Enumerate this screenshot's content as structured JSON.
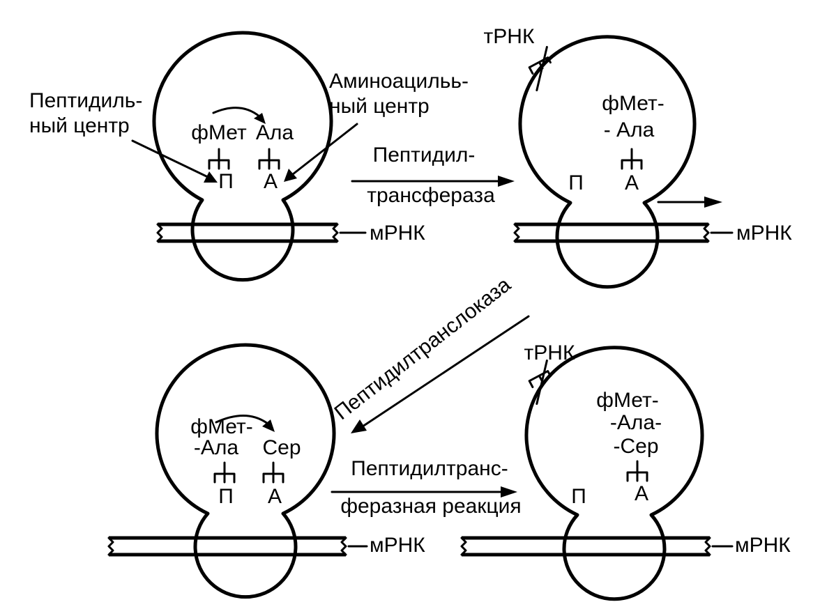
{
  "panel1": {
    "peptidyl_center_line1": "Пептидиль-",
    "peptidyl_center_line2": "ный центр",
    "aminoacyl_center_line1": "Аминоацильь-",
    "aminoacyl_center_line2": "ный центр",
    "p_peptide": "фМет",
    "a_peptide": "Ала",
    "p_site": "П",
    "a_site": "А",
    "mrna": "мРНК"
  },
  "step1_label_line1": "Пептидил-",
  "step1_label_line2": "трансфераза",
  "panel2": {
    "trna": "тРНК",
    "a_peptide_line1": "фМет-",
    "a_peptide_line2": "- Ала",
    "p_site": "П",
    "a_site": "А",
    "mrna": "мРНК"
  },
  "step2_label": "Пептидилтранслоказа",
  "panel3": {
    "p_peptide_line1": "фМет-",
    "p_peptide_line2": "-Ала",
    "a_peptide": "Сер",
    "p_site": "П",
    "a_site": "А",
    "mrna": "мРНК"
  },
  "step3_label_line1": "Пептидилтранс-",
  "step3_label_line2": "феразная реакция",
  "panel4": {
    "trna": "тРНК",
    "a_peptide_line1": "фМет-",
    "a_peptide_line2": "-Ала-",
    "a_peptide_line3": "-Сер",
    "p_site": "П",
    "a_site": "А",
    "mrna": "мРНК"
  }
}
